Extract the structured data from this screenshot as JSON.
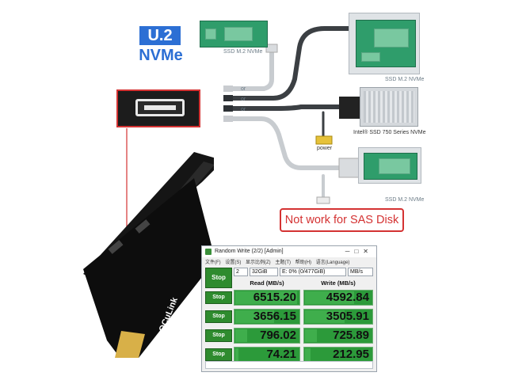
{
  "badge": {
    "top": "U.2",
    "bottom": "NVMe"
  },
  "captions": {
    "ssd_top": "SSD M.2 NVMe",
    "adapter_right": "SSD M.2 NVMe",
    "intel": "Intel® SSD 750 Series NVMe",
    "power": "power",
    "ssd_bottom": "SSD M.2 NVMe",
    "or1": "or",
    "or2": "or",
    "or3": "or"
  },
  "note": "Not work for SAS Disk",
  "card": {
    "label": "OCuLink"
  },
  "benchmark": {
    "title": "Random Write (2/2) [Admin]",
    "menu": [
      "文件(F)",
      "设置(S)",
      "显示比例(Z)",
      "主题(T)",
      "帮助(H)",
      "语言(Language)"
    ],
    "count": "2",
    "size": "32GiB",
    "drive": "E: 0% (0/477GiB)",
    "unit": "MB/s",
    "main_button": "Stop",
    "read_header": "Read (MB/s)",
    "write_header": "Write (MB/s)",
    "rows": [
      {
        "button": "Stop",
        "read": "6515.20",
        "write": "4592.84",
        "read_pct": 0.95,
        "write_pct": 0.72
      },
      {
        "button": "Stop",
        "read": "3656.15",
        "write": "3505.91",
        "read_pct": 0.6,
        "write_pct": 0.58
      },
      {
        "button": "Stop",
        "read": "796.02",
        "write": "725.89",
        "read_pct": 0.18,
        "write_pct": 0.17
      },
      {
        "button": "Stop",
        "read": "74.21",
        "write": "212.95",
        "read_pct": 0.05,
        "write_pct": 0.08
      }
    ]
  },
  "colors": {
    "brand_blue": "#2c6fd4",
    "warning_red": "#d43232",
    "bench_green": "#2c9a3a"
  }
}
